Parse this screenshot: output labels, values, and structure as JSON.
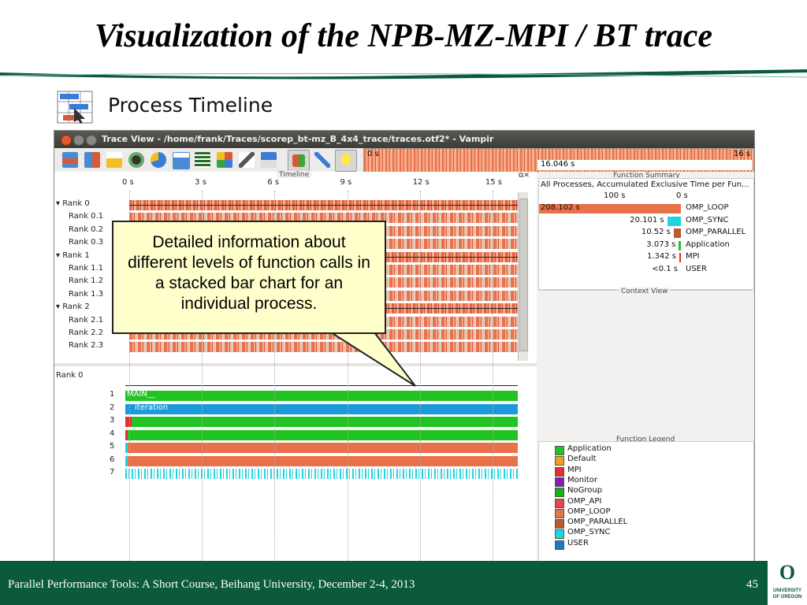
{
  "slide": {
    "title": "Visualization of the NPB-MZ-MPI / BT trace",
    "section_heading": "Process Timeline",
    "footer_text": "Parallel Performance Tools: A Short Course, Beihang University, December 2-4, 2013",
    "page_number": "45",
    "logo_letter": "O",
    "logo_line1": "UNIVERSITY",
    "logo_line2": "OF OREGON",
    "accent_color": "#0b5a3a"
  },
  "window": {
    "title": "Trace View - /home/frank/Traces/scorep_bt-mz_B_4x4_trace/traces.otf2* - Vampir",
    "overview": {
      "start_label": "0 s",
      "end_label": "16 s",
      "selection_label": "16.046 s"
    }
  },
  "timeline": {
    "pane_label": "Timeline",
    "ticks": [
      "0 s",
      "3 s",
      "6 s",
      "9 s",
      "12 s",
      "15 s"
    ],
    "ranks": [
      {
        "label": "Rank 0",
        "group": true
      },
      {
        "label": "Rank 0.1",
        "group": false
      },
      {
        "label": "Rank 0.2",
        "group": false
      },
      {
        "label": "Rank 0.3",
        "group": false
      },
      {
        "label": "Rank 1",
        "group": true
      },
      {
        "label": "Rank 1.1",
        "group": false
      },
      {
        "label": "Rank 1.2",
        "group": false
      },
      {
        "label": "Rank 1.3",
        "group": false
      },
      {
        "label": "Rank 2",
        "group": true
      },
      {
        "label": "Rank 2.1",
        "group": false
      },
      {
        "label": "Rank 2.2",
        "group": false
      },
      {
        "label": "Rank 2.3",
        "group": false
      }
    ]
  },
  "process_timeline": {
    "rank_label": "Rank 0",
    "levels": [
      "1",
      "2",
      "3",
      "4",
      "5",
      "6",
      "7"
    ],
    "level1_text": "MAIN__",
    "level2_text": "iteration"
  },
  "function_summary": {
    "pane_label": "Function Summary",
    "header": "All Processes, Accumulated Exclusive Time per Fun...",
    "axis_left": "100 s",
    "axis_right": "0 s",
    "rows": [
      {
        "value": "208.102 s",
        "name": "OMP_LOOP",
        "color": "#e8714a",
        "fraction": 1.0
      },
      {
        "value": "20.101 s",
        "name": "OMP_SYNC",
        "color": "#22d4e0",
        "fraction": 0.0966
      },
      {
        "value": "10.52 s",
        "name": "OMP_PARALLEL",
        "color": "#b85c2c",
        "fraction": 0.0506
      },
      {
        "value": "3.073 s",
        "name": "Application",
        "color": "#22c422",
        "fraction": 0.0148
      },
      {
        "value": "1.342 s",
        "name": "MPI",
        "color": "#e03030",
        "fraction": 0.0064
      },
      {
        "value": "<0.1 s",
        "name": "USER",
        "color": "#1a7ac4",
        "fraction": 0.0
      }
    ]
  },
  "context_view": {
    "pane_label": "Context View"
  },
  "function_legend": {
    "pane_label": "Function Legend",
    "items": [
      {
        "name": "Application",
        "color": "#22c422"
      },
      {
        "name": "Default",
        "color": "#f0a020"
      },
      {
        "name": "MPI",
        "color": "#e03030"
      },
      {
        "name": "Monitor",
        "color": "#8a1aa8"
      },
      {
        "name": "NoGroup",
        "color": "#18b018"
      },
      {
        "name": "OMP_API",
        "color": "#e04a4a"
      },
      {
        "name": "OMP_LOOP",
        "color": "#e8714a"
      },
      {
        "name": "OMP_PARALLEL",
        "color": "#b85c2c"
      },
      {
        "name": "OMP_SYNC",
        "color": "#22d4e0"
      },
      {
        "name": "USER",
        "color": "#1a7ac4"
      }
    ]
  },
  "callout": {
    "text": "Detailed information about different levels of function calls in a stacked bar chart for an individual process."
  }
}
